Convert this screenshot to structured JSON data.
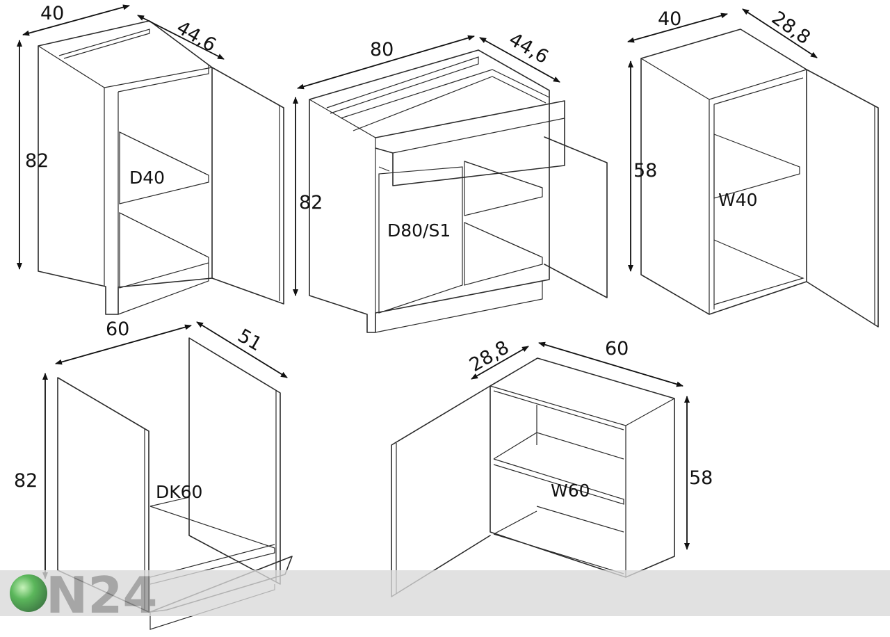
{
  "cabinets": [
    {
      "code": "D40",
      "width": "40",
      "depth": "44,6",
      "height": "82"
    },
    {
      "code": "D80/S1",
      "width": "80",
      "depth": "44,6",
      "height": "82"
    },
    {
      "code": "W40",
      "width": "40",
      "depth": "28,8",
      "height": "58"
    },
    {
      "code": "DK60",
      "width": "60",
      "depth": "51",
      "height": "82"
    },
    {
      "code": "W60",
      "width": "60",
      "depth": "28,8",
      "height": "58"
    }
  ],
  "watermark": {
    "text": "N24",
    "ball_color": "#2ea32e",
    "bar_color": "#d9d9d9",
    "text_color": "#8e8e8e"
  }
}
